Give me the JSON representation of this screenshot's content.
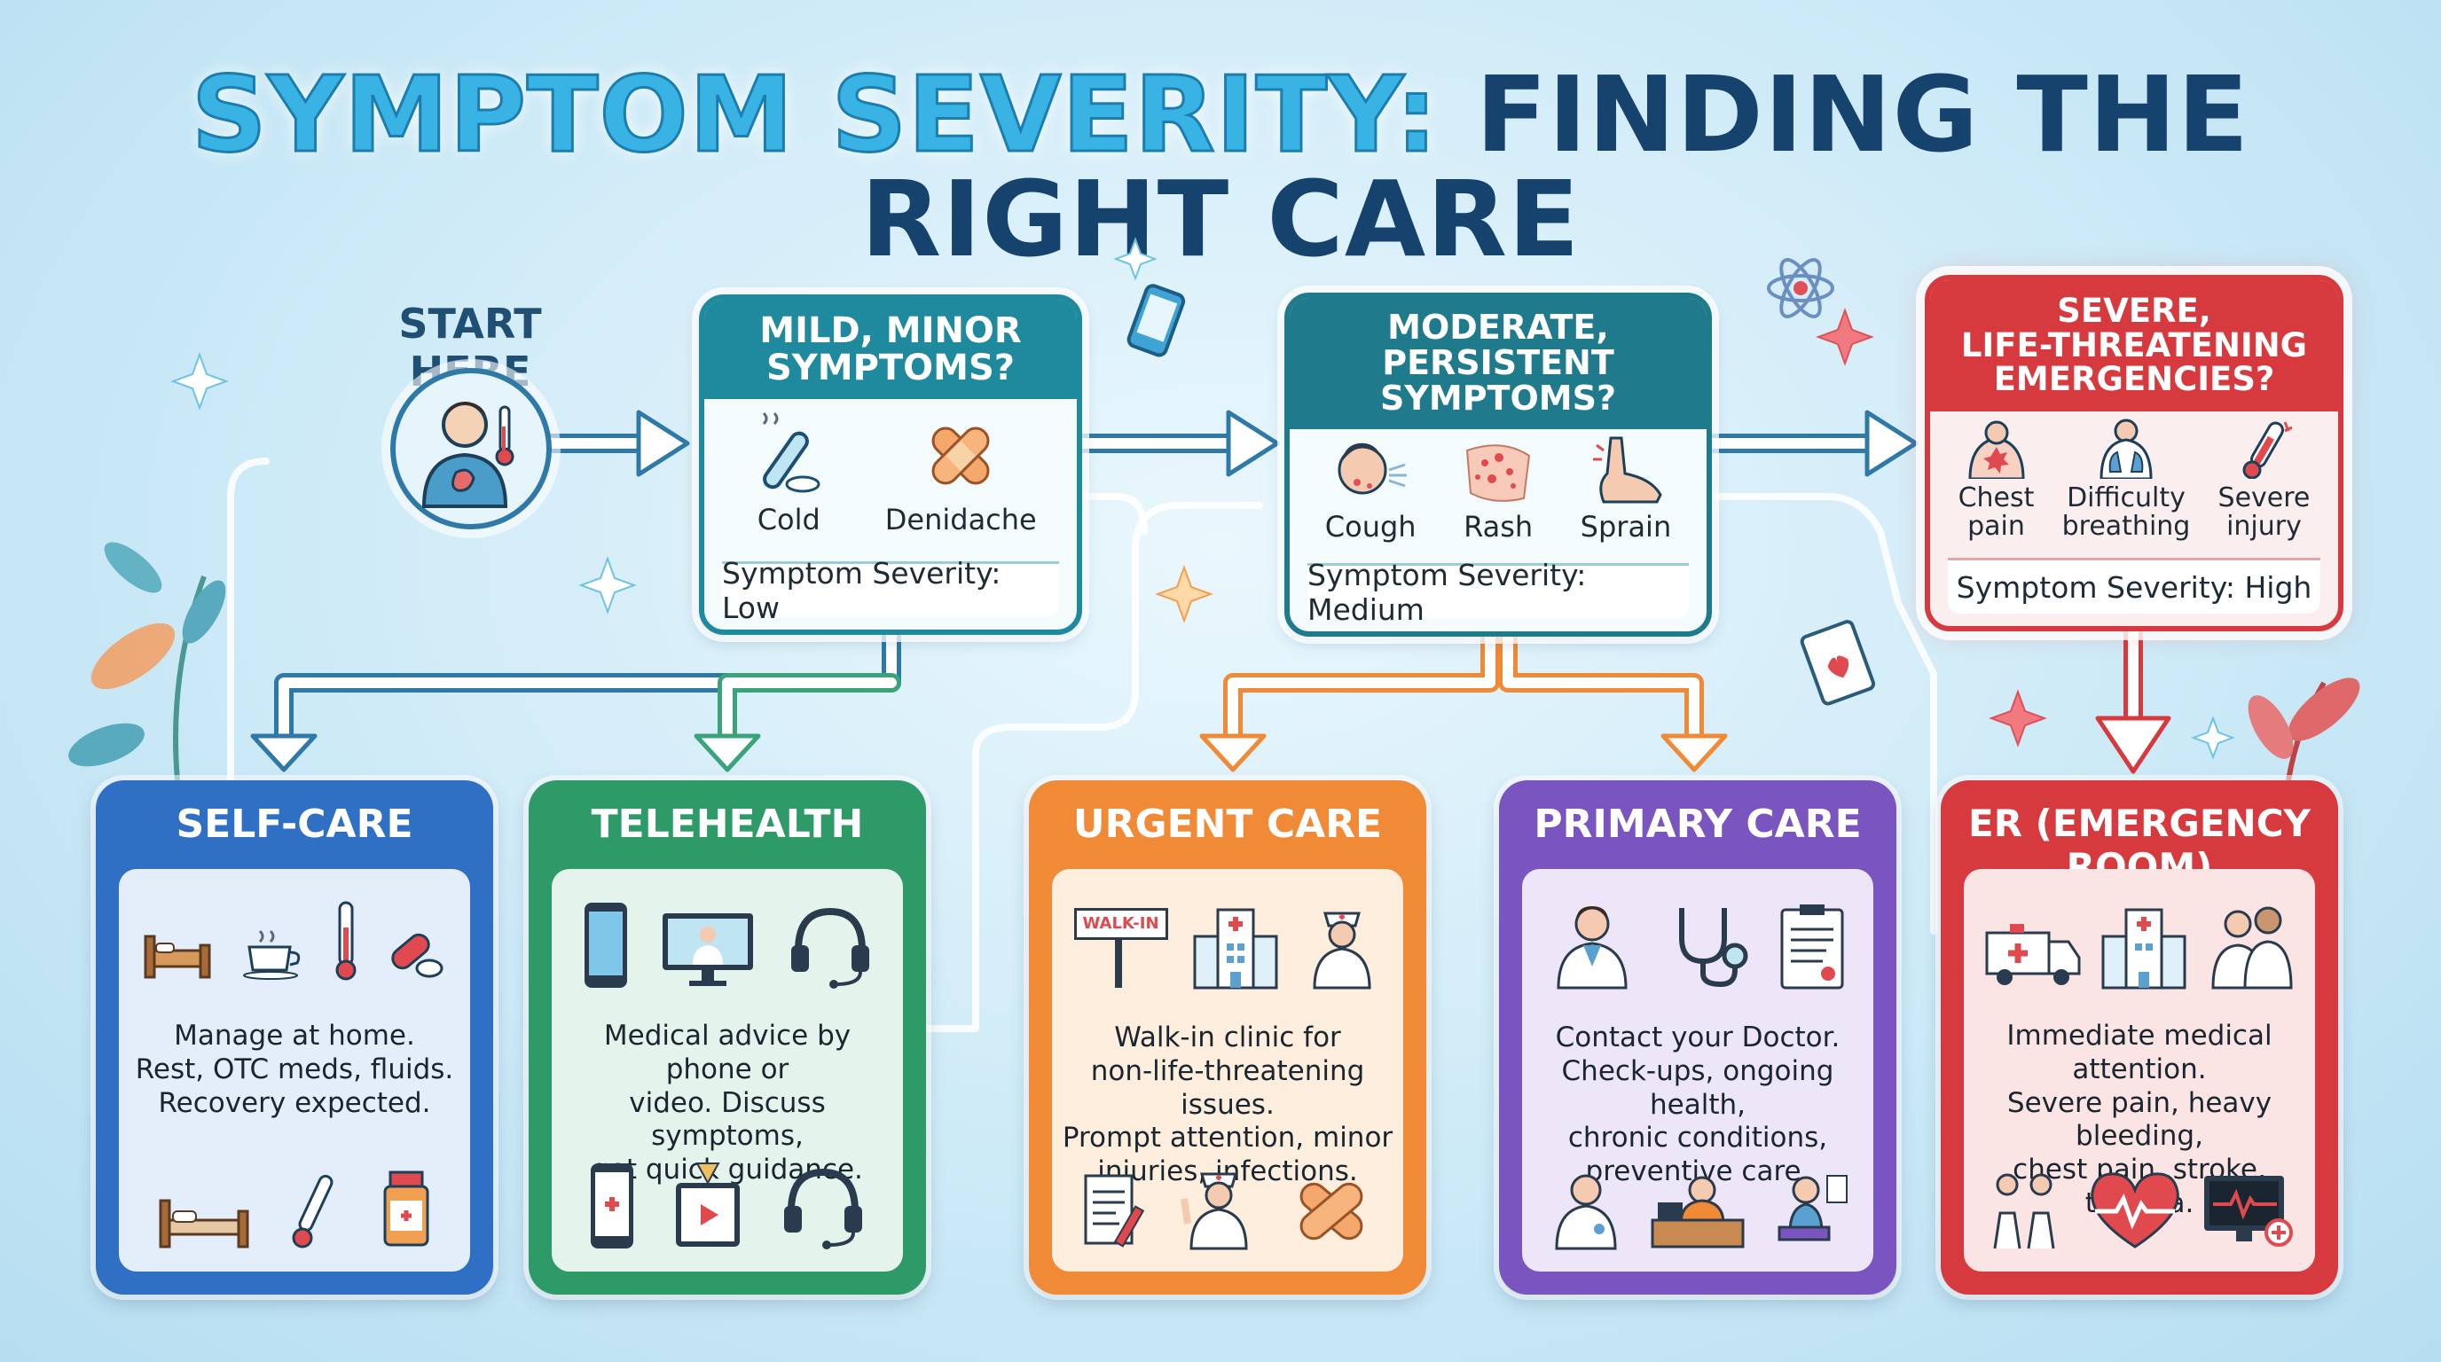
{
  "title": {
    "part1": "SYMPTOM SEVERITY:",
    "part2": " FINDING THE RIGHT CARE"
  },
  "start": {
    "label": "START HERE"
  },
  "questions": {
    "mild": {
      "heading_l1": "MILD, MINOR",
      "heading_l2": "SYMPTOMS?",
      "items": [
        "Cold",
        "Denidache"
      ],
      "severity": "Symptom Severity: Low"
    },
    "moderate": {
      "heading_l1": "MODERATE,",
      "heading_l2": "PERSISTENT",
      "heading_l3": "SYMPTOMS?",
      "items": [
        "Cough",
        "Rash",
        "Sprain"
      ],
      "severity": "Symptom Severity: Medium"
    },
    "severe": {
      "heading_l1": "SEVERE,",
      "heading_l2": "LIFE-THREATENING",
      "heading_l3": "EMERGENCIES?",
      "items": [
        {
          "l1": "Chest",
          "l2": "pain"
        },
        {
          "l1": "Difficulty",
          "l2": "breathing"
        },
        {
          "l1": "Severe",
          "l2": "injury"
        }
      ],
      "severity": "Symptom Severity: High"
    }
  },
  "care": [
    {
      "title": "SELF-CARE",
      "lines": [
        "Manage at home.",
        "Rest, OTC meds, fluids.",
        "Recovery expected."
      ]
    },
    {
      "title": "TELEHEALTH",
      "lines": [
        "Medical advice by phone or",
        "video. Discuss symptoms,",
        "get quick guidance."
      ]
    },
    {
      "title": "URGENT CARE",
      "walkin": "WALK-IN",
      "lines": [
        "Walk-in clinic for",
        "non-life-threatening issues.",
        "Prompt attention, minor",
        "injuries, infections."
      ]
    },
    {
      "title": "PRIMARY CARE",
      "lines": [
        "Contact your Doctor.",
        "Check-ups, ongoing health,",
        "chronic conditions,",
        "preventive care."
      ]
    },
    {
      "title": "ER (EMERGENCY ROOM)",
      "lines": [
        "Immediate medical attention.",
        "Severe pain, heavy bleeding,",
        "chest pain, stroke, trauma."
      ]
    }
  ],
  "colors": {
    "teal": "#1f8a9e",
    "selfcare": "#2f6fc4",
    "telehealth": "#2e9a68",
    "urgent": "#f08a36",
    "primary": "#7a55c0",
    "er": "#d63a3e",
    "title_dark": "#15436e"
  }
}
